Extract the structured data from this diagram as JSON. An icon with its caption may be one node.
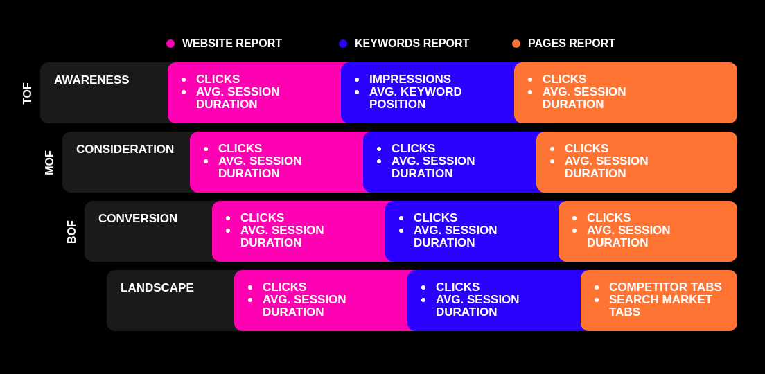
{
  "diagram": {
    "nodes": [
      {
        "text": [
          "AWARENESS"
        ],
        "beside": [
          "TOF"
        ]
      },
      {
        "text": [
          "CLICKS",
          "AVG. SESSION DURATION"
        ]
      },
      {
        "text": [
          "IMPRESSIONS",
          "AVG. KEYWORD POSITION"
        ]
      },
      {
        "text": [
          "CLICKS",
          "AVG. SESSION DURATION"
        ]
      },
      {
        "text": [
          "CONSIDERATION"
        ],
        "beside": [
          "MOF"
        ]
      },
      {
        "text": [
          "CLICKS",
          "AVG. SESSION DURATION"
        ]
      },
      {
        "text": [
          "CLICKS",
          "AVG. SESSION DURATION"
        ]
      },
      {
        "text": [
          "CLICKS",
          "AVG. SESSION DURATION"
        ]
      },
      {
        "text": [
          "CONVERSION"
        ],
        "beside": [
          "BOF"
        ]
      },
      {
        "text": [
          "CLICKS",
          "AVG. SESSION DURATION"
        ]
      },
      {
        "text": [
          "CLICKS",
          "AVG. SESSION DURATION"
        ]
      },
      {
        "text": [
          "CLICKS",
          "AVG. SESSION DURATION"
        ]
      },
      {
        "text": [
          "LANDSCAPE"
        ]
      },
      {
        "text": [
          "CLICKS",
          "AVG. SESSION DURATION"
        ]
      },
      {
        "text": [
          "CLICKS",
          "AVG. SESSION DURATION"
        ]
      },
      {
        "text": [
          "COMPETITOR TABS",
          "SEARCH MARKET TABS"
        ]
      }
    ],
    "legend": [
      {
        "text": "WEBSITE REPORT",
        "color": "#ff00b2"
      },
      {
        "text": "KEYWORDS REPORT",
        "color": "#2a00ff"
      },
      {
        "text": "PAGES REPORT",
        "color": "#ff7433"
      }
    ]
  }
}
